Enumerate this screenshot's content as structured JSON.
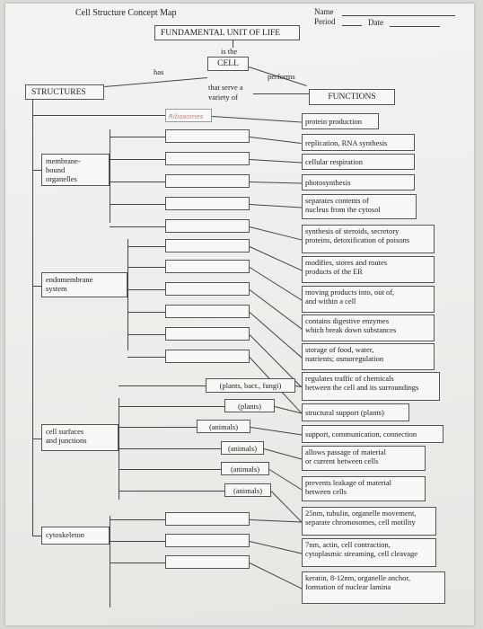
{
  "header": {
    "title": "Cell Structure Concept Map",
    "name_label": "Name",
    "period_label": "Period",
    "date_label": "Date"
  },
  "top": {
    "fundamental": "FUNDAMENTAL UNIT OF LIFE",
    "is_the": "is the",
    "cell": "CELL",
    "has": "has",
    "performs": "performs",
    "serve1": "that serve a",
    "serve2": "variety of",
    "structures": "STRUCTURES",
    "functions": "FUNCTIONS"
  },
  "groups": [
    {
      "l1": "membrane-",
      "l2": "bound",
      "l3": "organelles"
    },
    {
      "l1": "endomembrane",
      "l2": "system"
    },
    {
      "l1": "cell surfaces",
      "l2": "and junctions"
    },
    {
      "l1": "cytoskeleton"
    }
  ],
  "structure_boxes": [
    {
      "text": "Ribosomes",
      "handwritten": true
    },
    {
      "text": ""
    },
    {
      "text": ""
    },
    {
      "text": ""
    },
    {
      "text": ""
    },
    {
      "text": ""
    },
    {
      "text": ""
    },
    {
      "text": ""
    },
    {
      "text": ""
    },
    {
      "text": ""
    },
    {
      "text": ""
    },
    {
      "text": ""
    },
    {
      "text": "(plants, bact., fungi)"
    },
    {
      "text": "(plants)"
    },
    {
      "text": "(animals)"
    },
    {
      "text": "(animals)"
    },
    {
      "text": "(animals)"
    },
    {
      "text": "(animals)"
    },
    {
      "text": ""
    },
    {
      "text": ""
    },
    {
      "text": ""
    }
  ],
  "functions": [
    {
      "lines": [
        "protein production"
      ]
    },
    {
      "lines": [
        "replication, RNA synthesis"
      ]
    },
    {
      "lines": [
        "cellular respiration"
      ]
    },
    {
      "lines": [
        "photosynthesis"
      ]
    },
    {
      "lines": [
        "separates contents of",
        "nucleus from the cytosol"
      ]
    },
    {
      "lines": [
        "synthesis of steroids, secretory",
        "proteins, detoxification of poisons"
      ]
    },
    {
      "lines": [
        "modifies, stores and routes",
        "products of the ER"
      ]
    },
    {
      "lines": [
        "moving products into, out of,",
        "and within a cell"
      ]
    },
    {
      "lines": [
        "contains digestive enzymes",
        "which break down substances"
      ]
    },
    {
      "lines": [
        "storage of food, water,",
        "nutrients; osmoregulation"
      ]
    },
    {
      "lines": [
        "regulates traffic of chemicals",
        "between the cell and its surroundings"
      ]
    },
    {
      "lines": [
        "structural support (plants)"
      ]
    },
    {
      "lines": [
        "support, communication, connection"
      ]
    },
    {
      "lines": [
        "allows passage of material",
        "or current between cells"
      ]
    },
    {
      "lines": [
        "prevents leakage of material",
        "between cells"
      ]
    },
    {
      "lines": [
        "25nm, tubulin, organelle movement,",
        "separate chromosomes, cell motility"
      ]
    },
    {
      "lines": [
        "7nm, actin, cell contraction,",
        "cytoplasmic streaming, cell cleavage"
      ]
    },
    {
      "lines": [
        "keratin, 8-12nm, organelle anchor,",
        "formation of nuclear lamina"
      ]
    }
  ]
}
